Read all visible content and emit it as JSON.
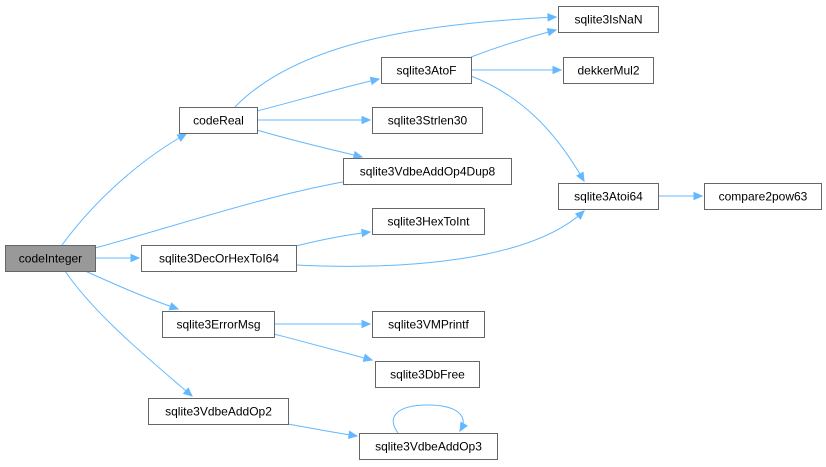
{
  "diagram": {
    "nodes": {
      "codeInteger": "codeInteger",
      "codeReal": "codeReal",
      "sqlite3IsNaN": "sqlite3IsNaN",
      "sqlite3AtoF": "sqlite3AtoF",
      "dekkerMul2": "dekkerMul2",
      "sqlite3Strlen30": "sqlite3Strlen30",
      "sqlite3VdbeAddOp4Dup8": "sqlite3VdbeAddOp4Dup8",
      "sqlite3Atoi64": "sqlite3Atoi64",
      "compare2pow63": "compare2pow63",
      "sqlite3HexToInt": "sqlite3HexToInt",
      "sqlite3DecOrHexToI64": "sqlite3DecOrHexToI64",
      "sqlite3ErrorMsg": "sqlite3ErrorMsg",
      "sqlite3VMPrintf": "sqlite3VMPrintf",
      "sqlite3DbFree": "sqlite3DbFree",
      "sqlite3VdbeAddOp2": "sqlite3VdbeAddOp2",
      "sqlite3VdbeAddOp3": "sqlite3VdbeAddOp3"
    },
    "edges": [
      [
        "codeInteger",
        "codeReal"
      ],
      [
        "codeInteger",
        "sqlite3VdbeAddOp4Dup8"
      ],
      [
        "codeInteger",
        "sqlite3DecOrHexToI64"
      ],
      [
        "codeInteger",
        "sqlite3ErrorMsg"
      ],
      [
        "codeInteger",
        "sqlite3VdbeAddOp2"
      ],
      [
        "codeReal",
        "sqlite3IsNaN"
      ],
      [
        "codeReal",
        "sqlite3AtoF"
      ],
      [
        "codeReal",
        "sqlite3Strlen30"
      ],
      [
        "codeReal",
        "sqlite3VdbeAddOp4Dup8"
      ],
      [
        "sqlite3AtoF",
        "sqlite3IsNaN"
      ],
      [
        "sqlite3AtoF",
        "dekkerMul2"
      ],
      [
        "sqlite3AtoF",
        "sqlite3Atoi64"
      ],
      [
        "sqlite3Atoi64",
        "compare2pow63"
      ],
      [
        "sqlite3DecOrHexToI64",
        "sqlite3HexToInt"
      ],
      [
        "sqlite3DecOrHexToI64",
        "sqlite3Atoi64"
      ],
      [
        "sqlite3ErrorMsg",
        "sqlite3VMPrintf"
      ],
      [
        "sqlite3ErrorMsg",
        "sqlite3DbFree"
      ],
      [
        "sqlite3VdbeAddOp2",
        "sqlite3VdbeAddOp3"
      ],
      [
        "sqlite3VdbeAddOp3",
        "sqlite3VdbeAddOp3"
      ]
    ],
    "colors": {
      "edge": "#63b8ff",
      "node_border": "#666666",
      "root_fill": "#999999",
      "node_fill": "#ffffff"
    }
  }
}
